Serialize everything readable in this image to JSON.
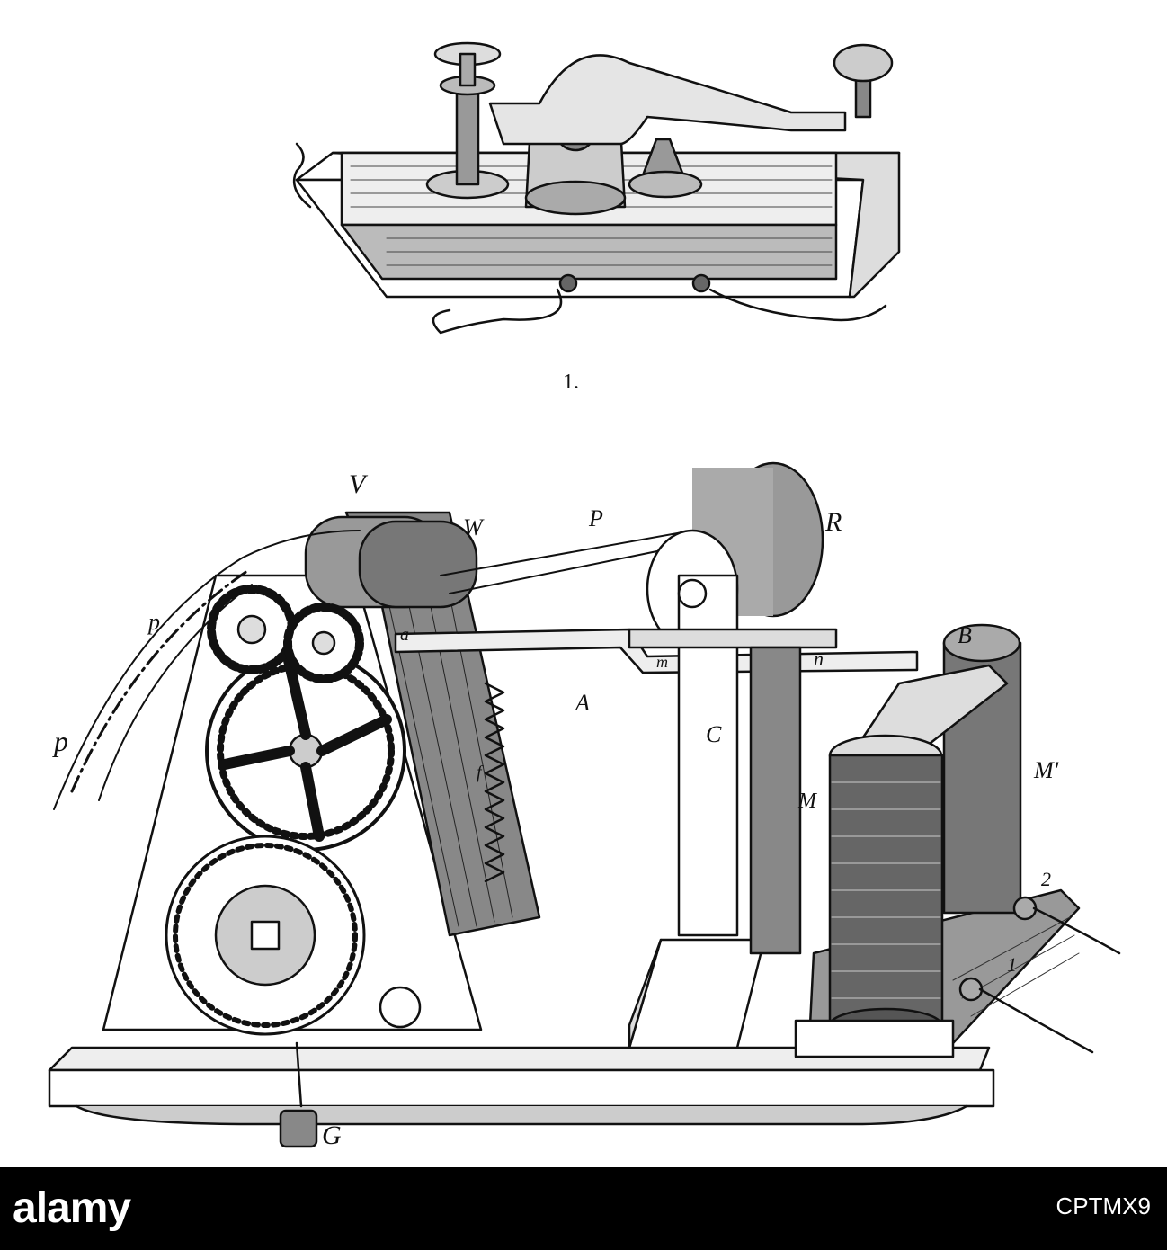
{
  "figure": {
    "number_label": "1.",
    "part_labels": [
      "V",
      "W",
      "P",
      "R",
      "p",
      "p",
      "a",
      "A",
      "m",
      "n",
      "B",
      "C",
      "M",
      "M'",
      "f",
      "2",
      "1",
      "G"
    ]
  },
  "footer": {
    "logo_text": "alamy",
    "image_id": "CPTMX9"
  }
}
